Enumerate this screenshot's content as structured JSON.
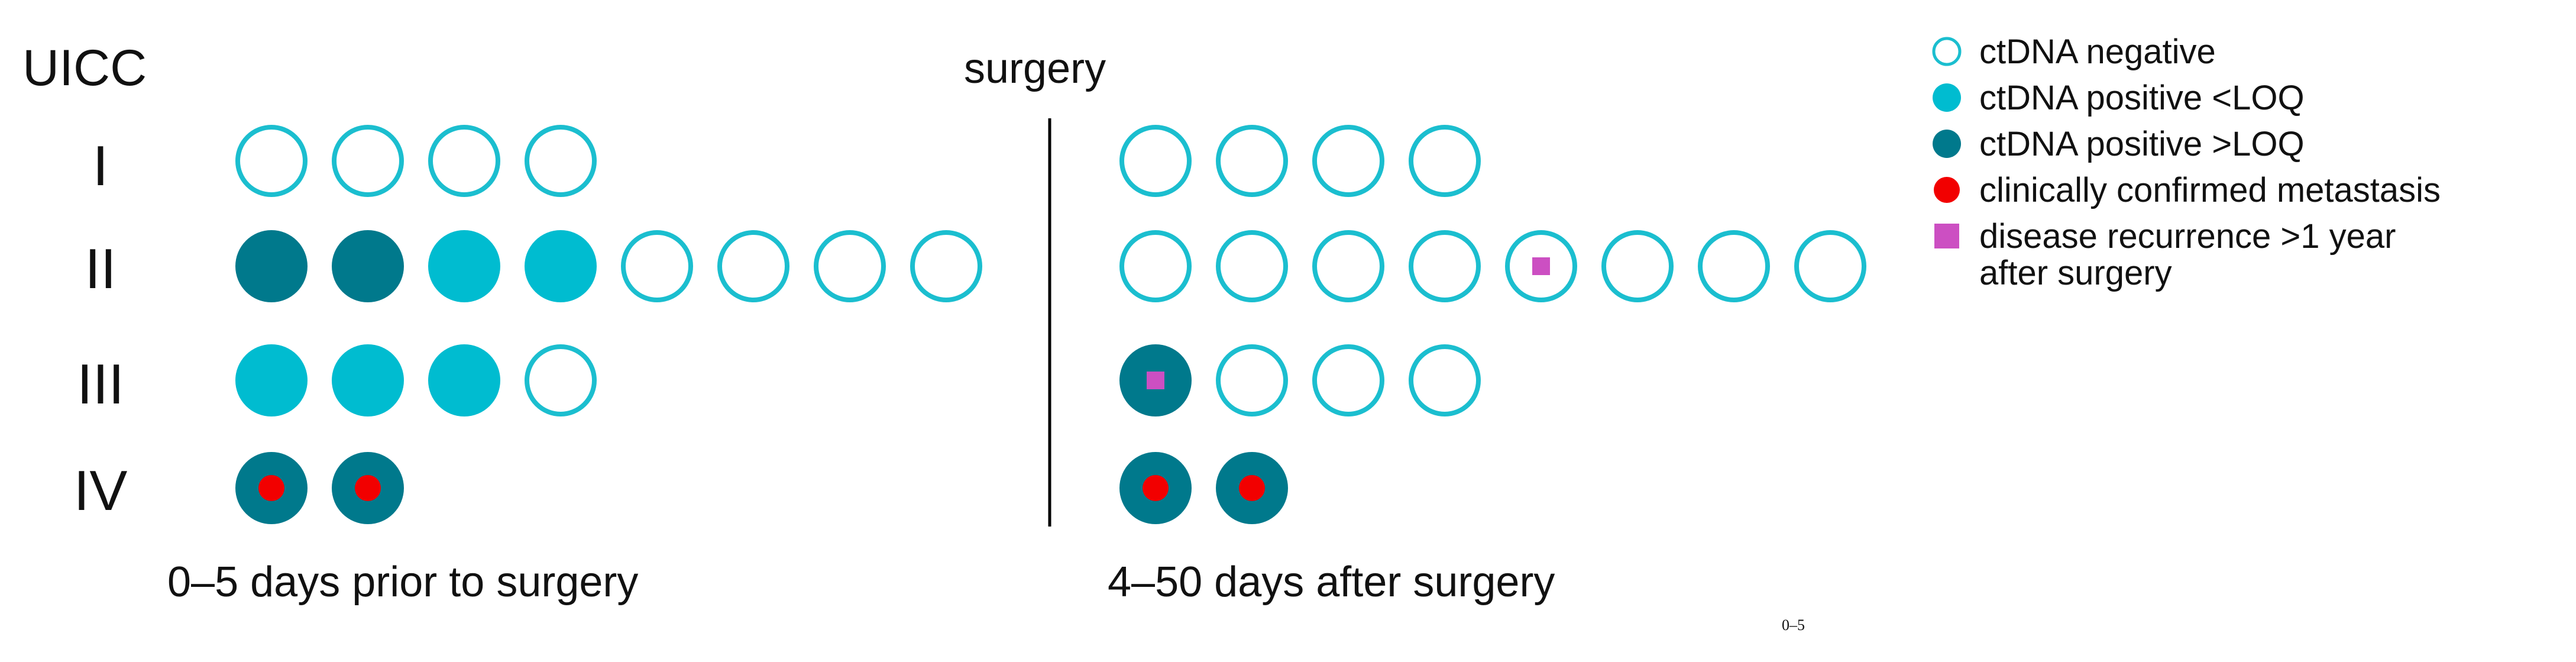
{
  "axis_title": "UICC",
  "surgery_label": "surgery",
  "period_before_label": "0–5 days prior to surgery",
  "period_after_label": "4–50 days after surgery",
  "footnote": "0–5",
  "colors": {
    "negative_stroke": "#1BBECF",
    "positive_low": "#00BCD0",
    "positive_high": "#00798C",
    "metastasis": "#F20000",
    "recurrence": "#CC4FC2",
    "divider": "#000000"
  },
  "legend": [
    {
      "key": "negative",
      "label": "ctDNA negative"
    },
    {
      "key": "low",
      "label": "ctDNA positive <LOQ"
    },
    {
      "key": "high",
      "label": "ctDNA positive >LOQ"
    },
    {
      "key": "metastasis",
      "label": "clinically confirmed metastasis"
    },
    {
      "key": "recurrence",
      "label_line1": "disease recurrence >1 year",
      "label_line2": "after surgery"
    }
  ],
  "stages": [
    "I",
    "II",
    "III",
    "IV"
  ],
  "groups": [
    {
      "name": "before",
      "rows": [
        [
          {
            "s": "neg"
          },
          {
            "s": "neg"
          },
          {
            "s": "neg"
          },
          {
            "s": "neg"
          }
        ],
        [
          {
            "s": "high"
          },
          {
            "s": "high"
          },
          {
            "s": "low"
          },
          {
            "s": "low"
          },
          {
            "s": "neg"
          },
          {
            "s": "neg"
          },
          {
            "s": "neg"
          },
          {
            "s": "neg"
          }
        ],
        [
          {
            "s": "low"
          },
          {
            "s": "low"
          },
          {
            "s": "low"
          },
          {
            "s": "neg"
          }
        ],
        [
          {
            "s": "high",
            "m": "met"
          },
          {
            "s": "high",
            "m": "met"
          }
        ]
      ]
    },
    {
      "name": "after",
      "rows": [
        [
          {
            "s": "neg"
          },
          {
            "s": "neg"
          },
          {
            "s": "neg"
          },
          {
            "s": "neg"
          }
        ],
        [
          {
            "s": "neg"
          },
          {
            "s": "neg"
          },
          {
            "s": "neg"
          },
          {
            "s": "neg"
          },
          {
            "s": "neg",
            "m": "rec"
          },
          {
            "s": "neg"
          },
          {
            "s": "neg"
          },
          {
            "s": "neg"
          }
        ],
        [
          {
            "s": "high",
            "m": "rec"
          },
          {
            "s": "neg"
          },
          {
            "s": "neg"
          },
          {
            "s": "neg"
          }
        ],
        [
          {
            "s": "high",
            "m": "met"
          },
          {
            "s": "high",
            "m": "met"
          }
        ]
      ]
    }
  ]
}
